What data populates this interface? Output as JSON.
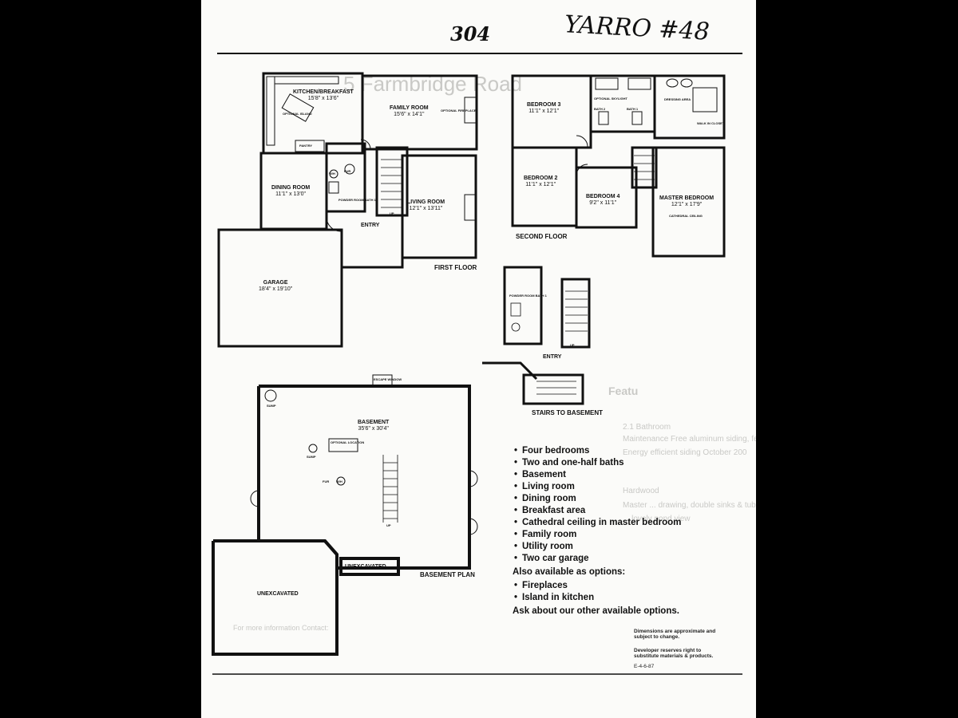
{
  "header": {
    "page_number": "304",
    "handwritten_note": "YARRO #48"
  },
  "first_floor": {
    "caption": "FIRST FLOOR",
    "rooms": [
      {
        "name": "KITCHEN/BREAKFAST",
        "dims": "15'8\" x 13'6\""
      },
      {
        "name": "FAMILY ROOM",
        "dims": "15'6\" x 14'1\""
      },
      {
        "name": "DINING ROOM",
        "dims": "11'1\" x 13'0\""
      },
      {
        "name": "LIVING ROOM",
        "dims": "12'1\" x 13'11\""
      },
      {
        "name": "GARAGE",
        "dims": "18'4\" x 19'10\""
      },
      {
        "name": "ENTRY",
        "dims": ""
      },
      {
        "name": "PANTRY",
        "dims": ""
      },
      {
        "name": "POWDER ROOM BATH 1",
        "dims": ""
      }
    ],
    "small_labels": {
      "optional_fireplace": "OPTIONAL FIREPLACE",
      "optional_island": "OPTIONAL ISLAND",
      "up": "UP",
      "fur": "FUR",
      "wh": "W/H"
    }
  },
  "second_floor": {
    "caption": "SECOND FLOOR",
    "rooms": [
      {
        "name": "BEDROOM 3",
        "dims": "11'1\" x 12'1\""
      },
      {
        "name": "BEDROOM 2",
        "dims": "11'1\" x 12'1\""
      },
      {
        "name": "BEDROOM 4",
        "dims": "9'2\" x 11'1\""
      },
      {
        "name": "MASTER BEDROOM",
        "dims": "12'1\" x 17'9\""
      },
      {
        "name": "BATH 2",
        "dims": ""
      },
      {
        "name": "BATH 1",
        "dims": ""
      },
      {
        "name": "DRESSING AREA",
        "dims": ""
      },
      {
        "name": "WALK IN CLOSET",
        "dims": ""
      }
    ],
    "small_labels": {
      "cathedral_ceiling": "CATHEDRAL CEILING",
      "optional_skylight": "OPTIONAL SKYLIGHT"
    }
  },
  "entry_detail": {
    "caption": "STAIRS TO BASEMENT",
    "labels": {
      "entry": "ENTRY",
      "powder_room": "POWDER ROOM BATH 1",
      "up": "UP"
    }
  },
  "basement": {
    "caption": "BASEMENT PLAN",
    "rooms": [
      {
        "name": "BASEMENT",
        "dims": "35'6\" x 30'4\""
      },
      {
        "name": "UNEXCAVATED",
        "dims": ""
      },
      {
        "name": "UNEXCAVATED",
        "dims": ""
      }
    ],
    "small_labels": {
      "escape_window": "ESCAPE WINDOW",
      "sump": "SUMP",
      "fur": "FUR",
      "wh": "W/H",
      "up": "UP",
      "optional_location": "OPTIONAL LOCATION"
    }
  },
  "features": [
    "Four bedrooms",
    "Two and one-half baths",
    "Basement",
    "Living room",
    "Dining room",
    "Breakfast area",
    "Cathedral ceiling in master bedroom",
    "Family room",
    "Utility room",
    "Two car garage"
  ],
  "options_heading": "Also available as options:",
  "options": [
    "Fireplaces",
    "Island in kitchen"
  ],
  "ask_about": "Ask about our other available options.",
  "disclaimer": {
    "dimensions": "Dimensions are approximate and subject to change.",
    "developer": "Developer reserves right to substitute materials & products.",
    "code": "E-4-6-87"
  },
  "bleed_through": {
    "address": "5 Farmbridge Road",
    "features_heading": "Featu",
    "lines": [
      "2.1 Bathroom",
      "Maintenance Free aluminum siding, fences & trim",
      "Energy efficient siding October 200",
      "Hardwood",
      "Master ... drawing, double sinks & tub",
      "... lovely pond view"
    ],
    "contact": "For more information Contact:"
  },
  "colors": {
    "page": "#fbfbf9",
    "ink": "#111111",
    "ghost": "#c9c9c6",
    "background": "#000000"
  }
}
